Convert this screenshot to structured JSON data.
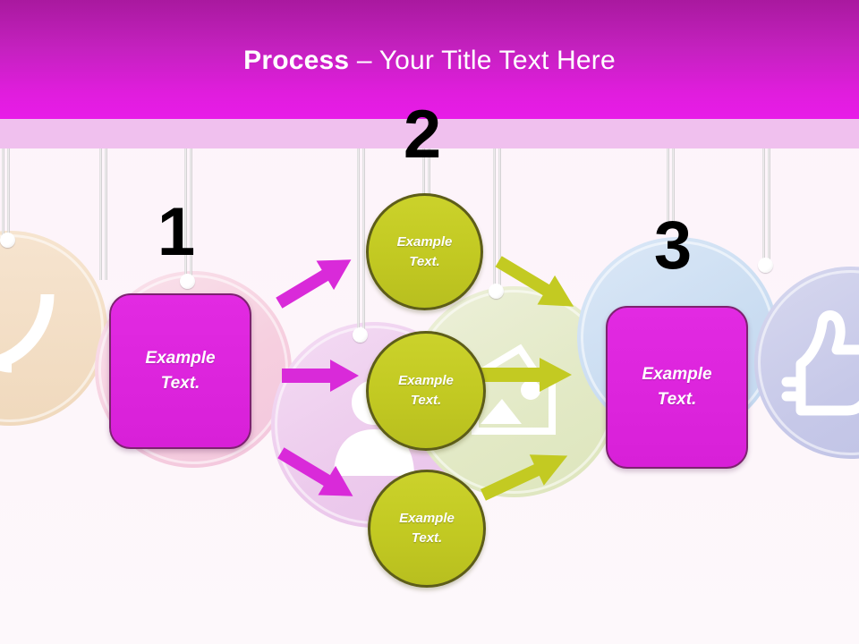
{
  "slide": {
    "title_strong": "Process",
    "title_rest": " – Your Title Text Here",
    "background_color": "#fdf6fb",
    "header_color": "#d41fd0",
    "sub_band_color": "#f0c0ee"
  },
  "steps": [
    {
      "number": "1",
      "label": "Example\nText.",
      "label_line1": "Example",
      "label_line2": "Text.",
      "color": "#dd25dd",
      "border_color": "#7d2270"
    },
    {
      "number": "2",
      "label": "Example\nText.",
      "label_line1": "Example",
      "label_line2": "Text.",
      "color": "#c2c922",
      "border_color": "#5d5d19"
    },
    {
      "number": "3",
      "label": "Example\nText.",
      "label_line1": "Example",
      "label_line2": "Text.",
      "color": "#dd25dd",
      "border_color": "#7d2270"
    }
  ],
  "bubbles": [
    {
      "line1": "Example",
      "line2": "Text."
    },
    {
      "line1": "Example",
      "line2": "Text."
    },
    {
      "line1": "Example",
      "line2": "Text."
    }
  ],
  "decor_circles": [
    {
      "name": "rss-circle",
      "icon": "rss-icon",
      "color": "#f2ddc4"
    },
    {
      "name": "pink-circle",
      "icon": "none",
      "color": "#f7d2de"
    },
    {
      "name": "user-circle",
      "icon": "user-icon",
      "color": "#eecdee"
    },
    {
      "name": "image-circle",
      "icon": "image-icon",
      "color": "#e3e9c9"
    },
    {
      "name": "blue-circle",
      "icon": "none",
      "color": "#ccddf1"
    },
    {
      "name": "thumbsup-circle",
      "icon": "thumbs-up-icon",
      "color": "#c9cbea"
    }
  ],
  "arrows": [
    {
      "name": "arrow-1-to-bubble-1",
      "color": "#d92ad9",
      "direction": "up-right"
    },
    {
      "name": "arrow-1-to-bubble-2",
      "color": "#d92ad9",
      "direction": "right"
    },
    {
      "name": "arrow-1-to-bubble-3",
      "color": "#d92ad9",
      "direction": "down-right"
    },
    {
      "name": "arrow-bubble-1-to-3",
      "color": "#c3ca22",
      "direction": "down-right"
    },
    {
      "name": "arrow-bubble-2-to-3",
      "color": "#c3ca22",
      "direction": "right"
    },
    {
      "name": "arrow-bubble-3-to-3",
      "color": "#c3ca22",
      "direction": "up-right"
    }
  ]
}
